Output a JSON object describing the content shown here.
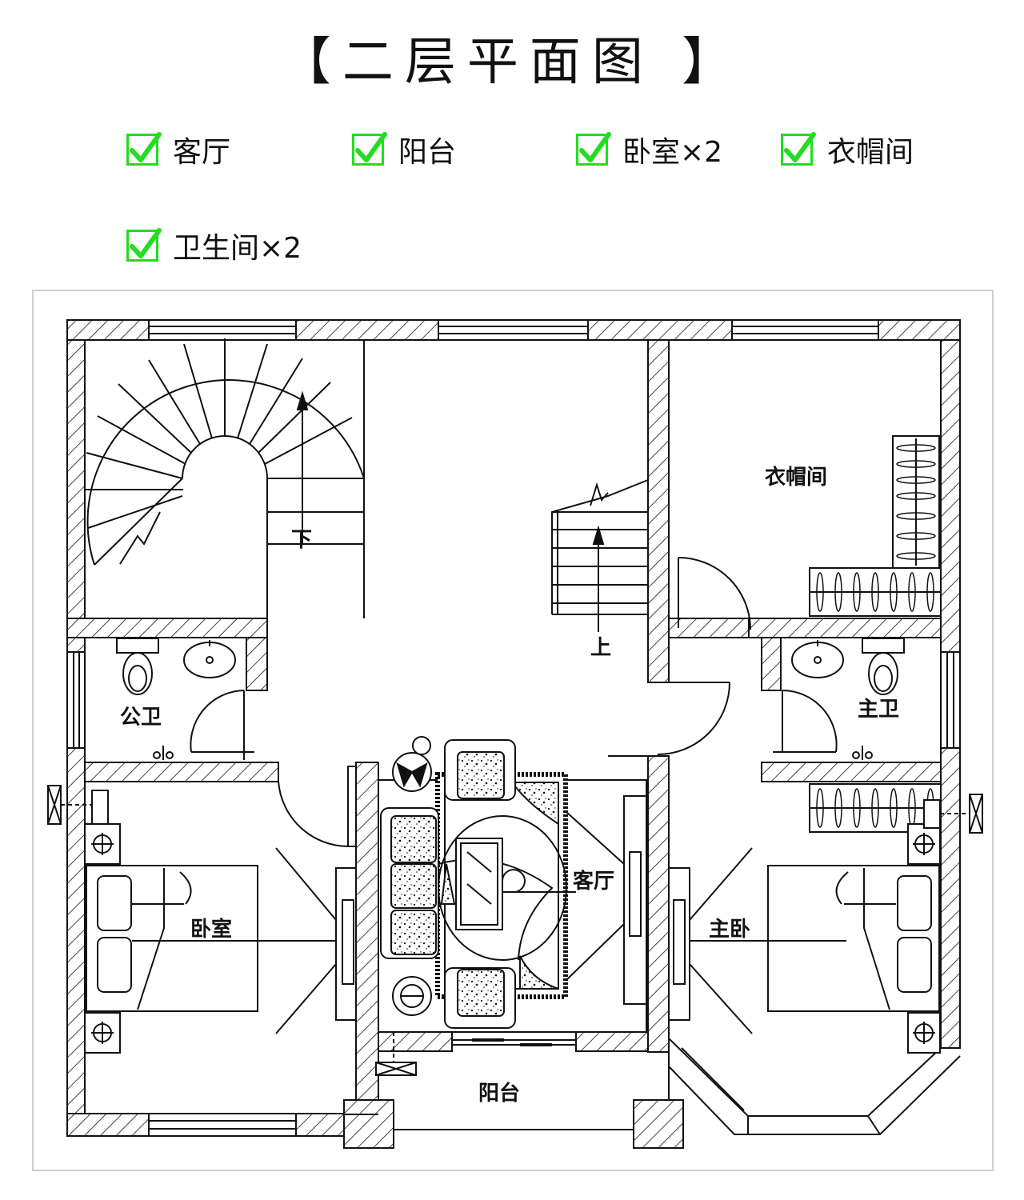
{
  "title": "【二层平面图 】",
  "features": [
    {
      "label": "客厅"
    },
    {
      "label": "阳台"
    },
    {
      "label": "卧室×2"
    },
    {
      "label": "衣帽间"
    },
    {
      "label": "卫生间×2"
    }
  ],
  "colors": {
    "check": "#22dd22",
    "line": "#111111",
    "frame": "#cfcfcf"
  },
  "rooms": {
    "cloakroom": "衣帽间",
    "public_bath": "公卫",
    "master_bath": "主卫",
    "living_room": "客厅",
    "bedroom": "卧室",
    "master_bedroom": "主卧",
    "balcony": "阳台"
  },
  "stairs": {
    "down": "下",
    "up": "上"
  }
}
